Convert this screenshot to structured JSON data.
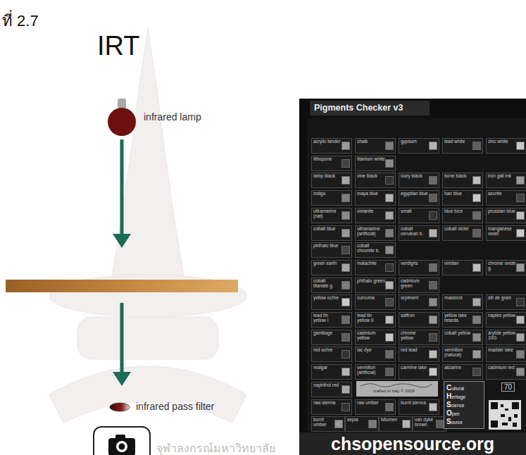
{
  "diagram": {
    "title": "IRT",
    "nodes": [
      {
        "text": [
          "infrared lamp"
        ]
      },
      {
        "text": [
          "infrared pass filter"
        ]
      }
    ],
    "labels": [
      "ที่ 2.7",
      "Pigments Checker v3",
      "acrylic binder",
      "chalk",
      "gypsum",
      "lead white",
      "zinc white",
      "lithopone",
      "titanium white",
      "lamp black",
      "vine black",
      "ivory black",
      "bone black",
      "iron gall ink",
      "indigo",
      "maya blue",
      "egyptian blue",
      "han blue",
      "azurite",
      "ultramarine (nat)",
      "vivianite",
      "smalt",
      "blue bice",
      "prussian blue",
      "cobalt blue",
      "ultramarine (artificial)",
      "cobalt cerulean b.",
      "cobalt violet",
      "manganese violet",
      "phthalo blue",
      "cobalt chromite b.",
      "green earth",
      "malachite",
      "verdigris",
      "viridian",
      "chrome oxide g.",
      "cobalt titanate g.",
      "phthalo green",
      "cadmium green",
      "yellow ochre",
      "curcuma",
      "orpiment",
      "massicot",
      "stil de grain",
      "lead tin yellow I",
      "lead tin yellow II",
      "saffron",
      "yellow lake reseda",
      "naples yellow",
      "gamboge",
      "cadmium yellow",
      "chrome yellow",
      "cobalt yellow",
      "arylide yellow 10G",
      "red ochre",
      "lac dye",
      "red lead",
      "vermilion (natural)",
      "madder lake",
      "realgar",
      "vermilion (artificial)",
      "carmine lake",
      "alizarine",
      "cadmium red",
      "naphthol red",
      "raw sienna",
      "raw umber",
      "burnt sienna",
      "burnt umber",
      "sepia",
      "bitumen",
      "van dyke brown",
      "crafted in Italy © 2018",
      "Cultural",
      "Heritage",
      "Science",
      "Open",
      "Source",
      "70",
      "chsopensource.org",
      "จุฬาลงกรณ์มหาวิทยาลัย"
    ]
  }
}
